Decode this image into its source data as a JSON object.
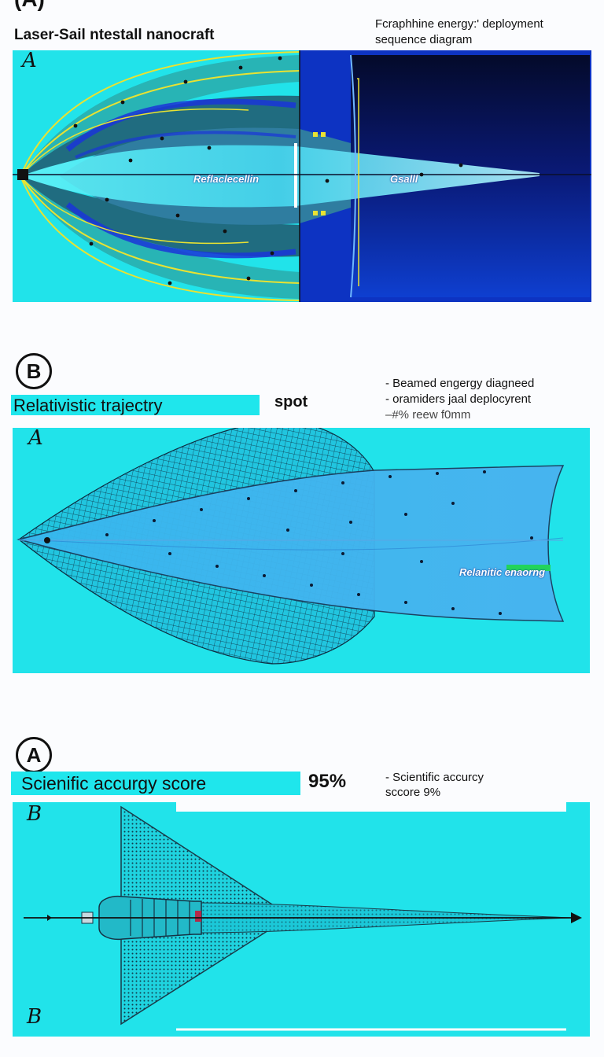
{
  "panel_a": {
    "section_label": "(A)",
    "title": "Laser-Sail ntestall nanocraft",
    "note_line1": "Fcraphhine energy:' deployment",
    "note_line2": "sequence diagram",
    "panel_letter": "A",
    "label_left": "Reflaclecellin",
    "label_right": "Gsalll"
  },
  "panel_b": {
    "section_label": "B",
    "title": "Relativistic trajectry",
    "subtitle": "spot",
    "note_line1": "- Beamed engergy diagneed",
    "note_line2": "- oramiders jaal deplocyrent",
    "note_line3": "–#% reew f0mm",
    "panel_letter": "A",
    "sail_label": "Relanitic enaorng"
  },
  "panel_c": {
    "section_label": "A",
    "title": "Scienific accurgy score",
    "score": "95%",
    "note_line1": "- Scientific accurcy",
    "note_line2": "sccore 9%",
    "panel_letter_top": "B",
    "panel_letter_bottom": "B"
  },
  "colors": {
    "cyan": "#1fe6ec",
    "deep_blue": "#0a1f9e",
    "navy": "#05124a",
    "yellow": "#e9e232"
  }
}
